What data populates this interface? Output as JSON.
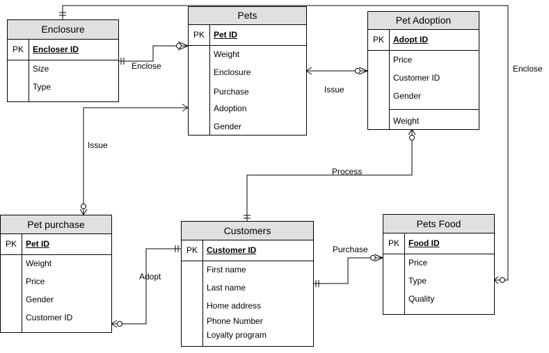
{
  "entities": {
    "enclosure": {
      "title": "Enclosure",
      "pk_label": "PK",
      "pk_field": "Encloser ID",
      "attributes": [
        "Size",
        "Type"
      ]
    },
    "pets": {
      "title": "Pets",
      "pk_label": "PK",
      "pk_field": "Pet ID",
      "attributes": [
        "Weight",
        "Enclosure",
        "Purchase",
        "Adoption",
        "Gender"
      ]
    },
    "pet_adoption": {
      "title": "Pet Adoption",
      "pk_label": "PK",
      "pk_field": "Adopt ID",
      "attributes": [
        "Price",
        "Customer ID",
        "Gender",
        "Weight"
      ]
    },
    "pet_purchase": {
      "title": "Pet purchase",
      "pk_label": "PK",
      "pk_field": "Pet ID",
      "attributes": [
        "Weight",
        "Price",
        "Gender",
        "Customer ID"
      ]
    },
    "customers": {
      "title": "Customers",
      "pk_label": "PK",
      "pk_field": "Customer ID",
      "attributes": [
        "First name",
        "Last name",
        "Home address",
        "Phone Number",
        "Loyalty program"
      ]
    },
    "pets_food": {
      "title": "Pets Food",
      "pk_label": "PK",
      "pk_field": "Food ID",
      "attributes": [
        "Price",
        "Type",
        "Quality"
      ]
    }
  },
  "relationships": {
    "enclose_enclosure_pets": "Enclose",
    "issue_pets_adoption": "Issue",
    "issue_pets_purchase": "Issue",
    "process_adoption_customers": "Process",
    "adopt_purchase_customers": "Adopt",
    "purchase_customers_food": "Purchase",
    "enclose_enclosure_food": "Enclose"
  },
  "colors": {
    "header_fill": "#e0e0e0",
    "line": "#000000"
  }
}
